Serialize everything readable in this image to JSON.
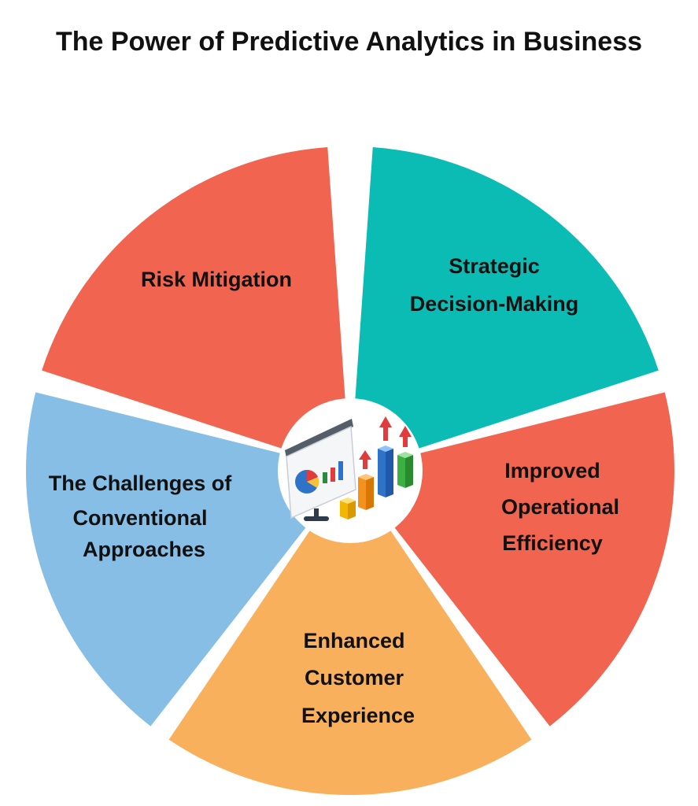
{
  "title": "The Power of Predictive Analytics in Business",
  "segments": [
    {
      "id": "strategic",
      "lines": [
        "Strategic",
        "Decision-Making"
      ],
      "color": "#0bbcb5"
    },
    {
      "id": "operational",
      "lines": [
        "Improved",
        "Operational",
        "Efficiency"
      ],
      "color": "#f06450"
    },
    {
      "id": "customer",
      "lines": [
        "Enhanced",
        "Customer",
        "Experience"
      ],
      "color": "#f9b05c"
    },
    {
      "id": "challenges",
      "lines": [
        "The Challenges of",
        "Conventional",
        "Approaches"
      ],
      "color": "#87bee6"
    },
    {
      "id": "risk",
      "lines": [
        "Risk Mitigation"
      ],
      "color": "#f06450"
    }
  ],
  "center_icon": "presentation-chart-icon"
}
